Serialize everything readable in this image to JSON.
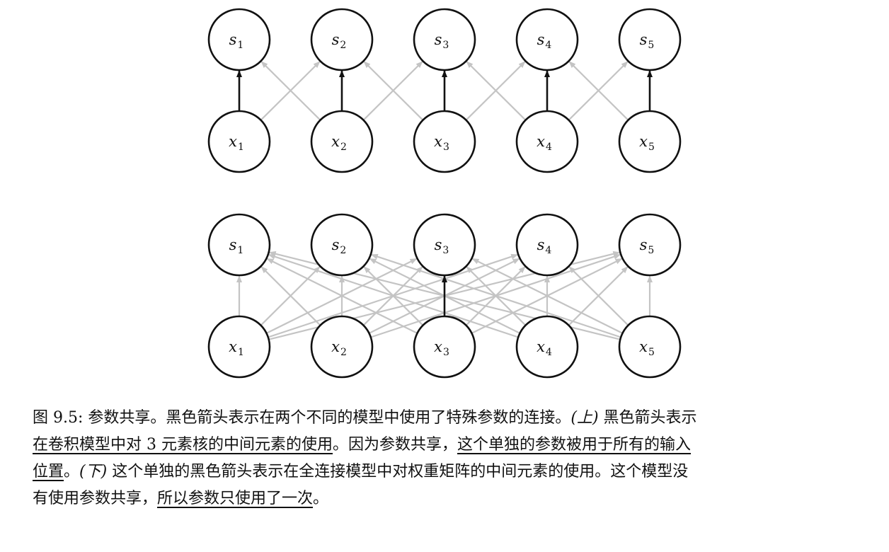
{
  "diagrams": [
    {
      "name": "top",
      "nodes_top": [
        {
          "base": "s",
          "sub": "1"
        },
        {
          "base": "s",
          "sub": "2"
        },
        {
          "base": "s",
          "sub": "3"
        },
        {
          "base": "s",
          "sub": "4"
        },
        {
          "base": "s",
          "sub": "5"
        }
      ],
      "nodes_bottom": [
        {
          "base": "x",
          "sub": "1"
        },
        {
          "base": "x",
          "sub": "2"
        },
        {
          "base": "x",
          "sub": "3"
        },
        {
          "base": "x",
          "sub": "4"
        },
        {
          "base": "x",
          "sub": "5"
        }
      ],
      "edges": [
        {
          "from": 1,
          "to": 1,
          "style": "black"
        },
        {
          "from": 1,
          "to": 2,
          "style": "gray"
        },
        {
          "from": 2,
          "to": 1,
          "style": "gray"
        },
        {
          "from": 2,
          "to": 2,
          "style": "black"
        },
        {
          "from": 2,
          "to": 3,
          "style": "gray"
        },
        {
          "from": 3,
          "to": 2,
          "style": "gray"
        },
        {
          "from": 3,
          "to": 3,
          "style": "black"
        },
        {
          "from": 3,
          "to": 4,
          "style": "gray"
        },
        {
          "from": 4,
          "to": 3,
          "style": "gray"
        },
        {
          "from": 4,
          "to": 4,
          "style": "black"
        },
        {
          "from": 4,
          "to": 5,
          "style": "gray"
        },
        {
          "from": 5,
          "to": 4,
          "style": "gray"
        },
        {
          "from": 5,
          "to": 5,
          "style": "black"
        }
      ]
    },
    {
      "name": "bottom",
      "nodes_top": [
        {
          "base": "s",
          "sub": "1"
        },
        {
          "base": "s",
          "sub": "2"
        },
        {
          "base": "s",
          "sub": "3"
        },
        {
          "base": "s",
          "sub": "4"
        },
        {
          "base": "s",
          "sub": "5"
        }
      ],
      "nodes_bottom": [
        {
          "base": "x",
          "sub": "1"
        },
        {
          "base": "x",
          "sub": "2"
        },
        {
          "base": "x",
          "sub": "3"
        },
        {
          "base": "x",
          "sub": "4"
        },
        {
          "base": "x",
          "sub": "5"
        }
      ],
      "fully_connected": true,
      "black_edge": {
        "from": 3,
        "to": 3
      }
    }
  ],
  "colors": {
    "black_edge": "#111111",
    "gray_edge": "#c4c4c4",
    "node_stroke": "#111111",
    "node_fill": "#ffffff"
  },
  "caption": {
    "lines": [
      [
        {
          "text": "图 9.5: 参数共享。黑色箭头表示在两个不同的模型中使用了特殊参数的连接。"
        },
        {
          "text": "(上)",
          "italic": true
        },
        {
          "text": " 黑色箭头表示"
        }
      ],
      [
        {
          "text": "在卷积模型中对 3 元素核的中间元素的使用",
          "underline": true
        },
        {
          "text": "。因为参数共享，"
        },
        {
          "text": "这个单独的参数被用于所有的输入",
          "underline": true
        }
      ],
      [
        {
          "text": "位置",
          "underline": true
        },
        {
          "text": "。"
        },
        {
          "text": "(下)",
          "italic": true
        },
        {
          "text": " 这个单独的黑色箭头表示在全连接模型中对权重矩阵的中间元素的使用。这个模型没"
        }
      ],
      [
        {
          "text": "有使用参数共享，"
        },
        {
          "text": "所以参数只使用了一次",
          "underline": true
        },
        {
          "text": "。"
        }
      ]
    ]
  }
}
